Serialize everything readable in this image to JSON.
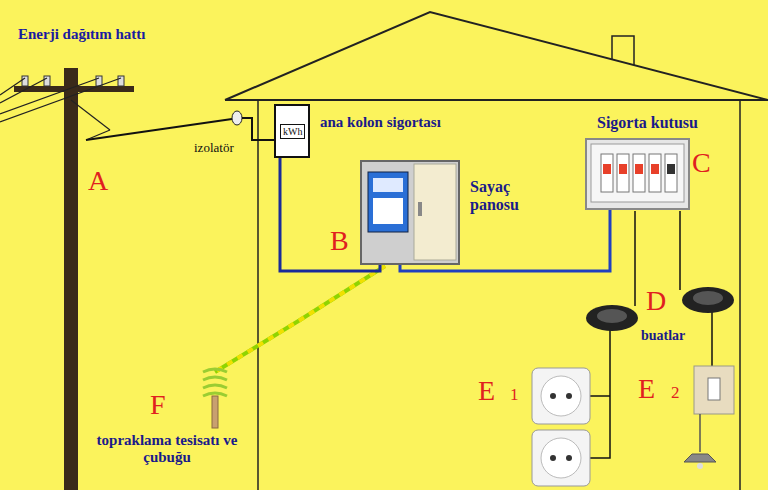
{
  "diagram": {
    "nodes": [
      {
        "text": [
          "ana kolon sigortası",
          "kWh"
        ]
      },
      {
        "text": [
          "Sayaç panosu"
        ]
      },
      {
        "text": [
          "Sigorta kutusu"
        ]
      }
    ],
    "edges": [
      {
        "from": 0,
        "to": 1,
        "arrow": "none"
      },
      {
        "from": 1,
        "to": 2,
        "arrow": "none"
      }
    ],
    "labels": [
      "Enerji dağıtım hattı",
      "A",
      "izolatör",
      "B",
      "C",
      "D",
      "buatlar",
      "E",
      "1",
      "E",
      "2",
      "F",
      "topraklama tesisatı ve çubuğu"
    ]
  }
}
